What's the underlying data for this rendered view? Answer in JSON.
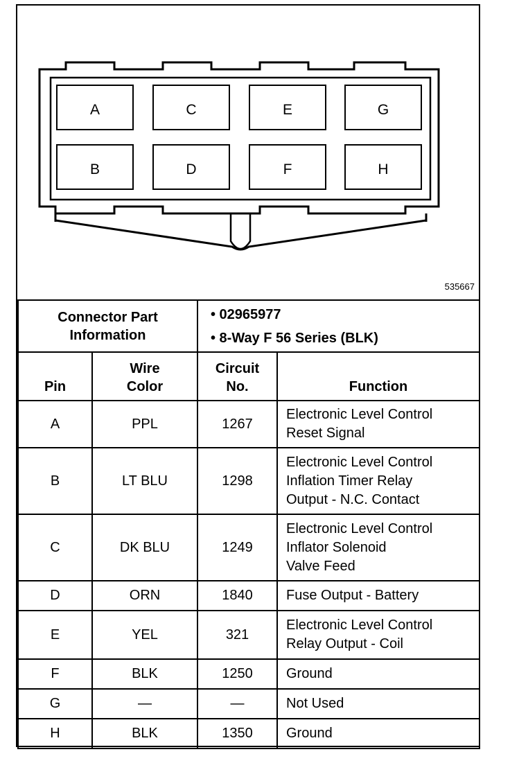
{
  "figure_number": "535667",
  "connector": {
    "pin_cells": [
      {
        "label": "A"
      },
      {
        "label": "C"
      },
      {
        "label": "E"
      },
      {
        "label": "G"
      },
      {
        "label": "B"
      },
      {
        "label": "D"
      },
      {
        "label": "F"
      },
      {
        "label": "H"
      }
    ]
  },
  "part_info": {
    "label_line1": "Connector Part",
    "label_line2": "Information",
    "part_number": "• 02965977",
    "description": "• 8-Way F 56 Series (BLK)"
  },
  "headers": {
    "pin": "Pin",
    "wire_color_1": "Wire",
    "wire_color_2": "Color",
    "circuit_1": "Circuit",
    "circuit_2": "No.",
    "function": "Function"
  },
  "rows": [
    {
      "pin": "A",
      "wire": "PPL",
      "circuit": "1267",
      "function": [
        "Electronic Level Control",
        "Reset Signal"
      ]
    },
    {
      "pin": "B",
      "wire": "LT BLU",
      "circuit": "1298",
      "function": [
        "Electronic Level Control",
        "Inflation Timer Relay",
        "Output - N.C. Contact"
      ]
    },
    {
      "pin": "C",
      "wire": "DK BLU",
      "circuit": "1249",
      "function": [
        "Electronic Level Control",
        "Inflator Solenoid",
        "Valve Feed"
      ]
    },
    {
      "pin": "D",
      "wire": "ORN",
      "circuit": "1840",
      "function": [
        "Fuse Output - Battery"
      ]
    },
    {
      "pin": "E",
      "wire": "YEL",
      "circuit": "321",
      "function": [
        "Electronic Level Control",
        "Relay Output - Coil"
      ]
    },
    {
      "pin": "F",
      "wire": "BLK",
      "circuit": "1250",
      "function": [
        "Ground"
      ]
    },
    {
      "pin": "G",
      "wire": "—",
      "circuit": "—",
      "function": [
        "Not Used"
      ]
    },
    {
      "pin": "H",
      "wire": "BLK",
      "circuit": "1350",
      "function": [
        "Ground"
      ]
    }
  ]
}
